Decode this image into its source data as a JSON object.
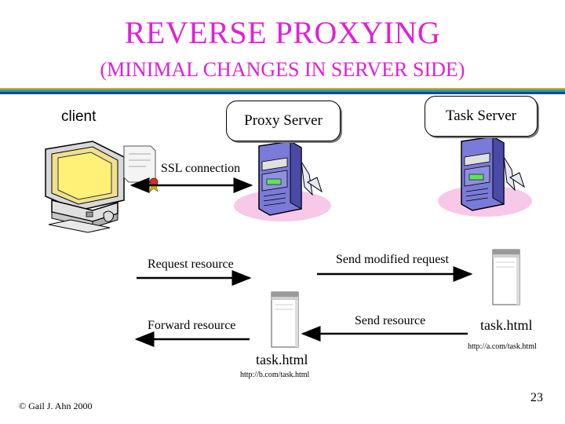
{
  "title": "REVERSE PROXYING",
  "subtitle": "(MINIMAL CHANGES IN  SERVER SIDE)",
  "nodes": {
    "client": "client",
    "proxy_server": "Proxy Server",
    "task_server": "Task Server"
  },
  "labels": {
    "ssl": "SSL connection",
    "request_resource": "Request resource",
    "send_modified_request": "Send modified request",
    "forward_resource": "Forward resource",
    "send_resource": "Send resource"
  },
  "documents": {
    "server_doc_name": "task.html",
    "server_doc_url": "http://a.com/task.html",
    "proxy_doc_name": "task.html",
    "proxy_doc_url": "http://b.com/task.html"
  },
  "footer": {
    "copyright": "© Gail J. Ahn 2000",
    "page_number": "23"
  },
  "colors": {
    "title": "#e020d8",
    "server_body": "#7a7ad8",
    "server_shadow": "#f8c8e8",
    "monitor_screen": "#fff078"
  }
}
